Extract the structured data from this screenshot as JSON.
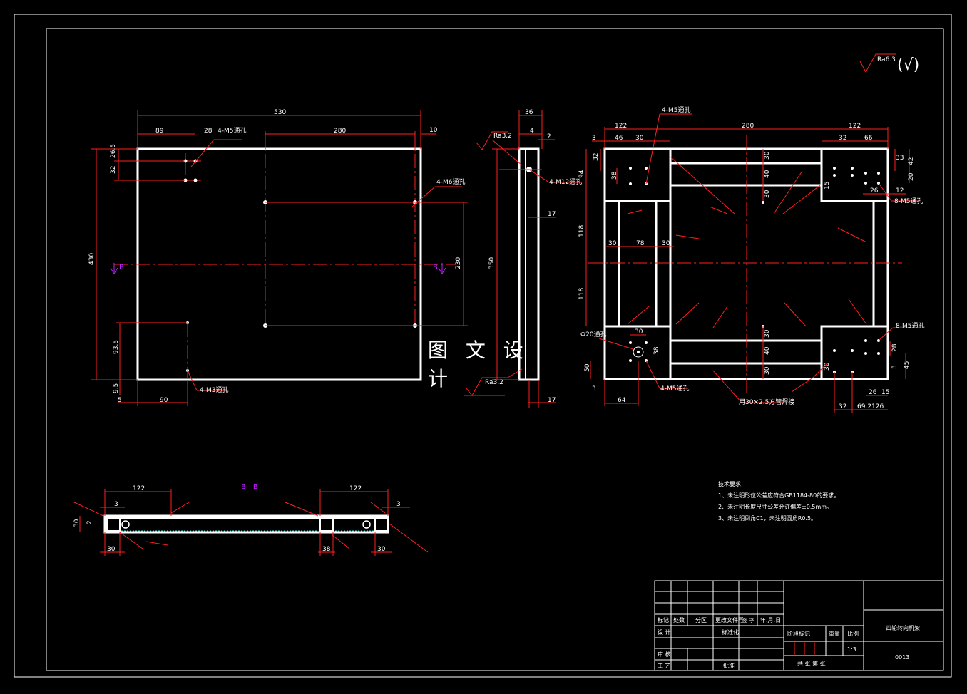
{
  "roughness": {
    "global": "Ra6.3",
    "global_note": "(√)",
    "side_top": "Ra3.2",
    "side_bottom": "Ra3.2"
  },
  "watermark": "图 文 设 计",
  "view1": {
    "dims": {
      "total_w": "530",
      "hole_span": "280",
      "right_off": "10",
      "d89": "89",
      "d28": "28",
      "total_h": "430",
      "h230": "230",
      "d26_5": "26.5",
      "d32": "32",
      "d93_5": "93.5",
      "d9_5": "9.5",
      "d5": "5",
      "d90": "90"
    },
    "callouts": {
      "m5": "4-M5通孔",
      "m6": "4-M6通孔",
      "m3": "4-M3通孔"
    },
    "section_mark": "B"
  },
  "view2": {
    "dims": {
      "w36": "36",
      "w4": "4",
      "w2": "2",
      "h350": "350",
      "d17a": "17",
      "d17b": "17"
    },
    "callouts": {
      "m12": "4-M12通孔"
    }
  },
  "view3": {
    "dims": {
      "d3a": "3",
      "d46": "46",
      "d30a": "30",
      "d122a": "122",
      "d280": "280",
      "d122b": "122",
      "d32a": "32",
      "d66": "66",
      "d94": "94",
      "d32b": "32",
      "d38a": "38",
      "d30b": "30",
      "d40a": "40",
      "d30c": "30",
      "d15a": "15",
      "d33": "33",
      "d42": "42",
      "d20": "20",
      "d26a": "26",
      "d12": "12",
      "d118a": "118",
      "d118b": "118",
      "d30d": "30",
      "d78": "78",
      "d30e": "30",
      "phi20": "Φ20通孔",
      "d30f": "30",
      "d38b": "38",
      "d30g": "30",
      "d40b": "40",
      "d30h": "30",
      "d50": "50",
      "d3b": "3",
      "d64": "64",
      "d28": "28",
      "d3c": "3",
      "d45": "45",
      "d30i": "30",
      "d26b": "26",
      "d15b": "15",
      "d32c": "32",
      "d69": "69.2126"
    },
    "callouts": {
      "m5a": "4-M5通孔",
      "m5b": "8-M5通孔",
      "m5c": "8-M5通孔",
      "m5d": "4-M5通孔",
      "tube": "用30×2.5方管焊接"
    }
  },
  "section": {
    "title": "B—B",
    "dims": {
      "d122a": "122",
      "d122b": "122",
      "d3a": "3",
      "d3b": "3",
      "d30": "30",
      "d2": "2",
      "d30b": "30",
      "d38": "38",
      "d30c": "30"
    }
  },
  "tech": {
    "title": "技术要求",
    "lines": [
      "1、未注明形位公差应符合GB1184-80的要求。",
      "2、未注明长度尺寸公差允许偏差±0.5mm。",
      "3、未注明倒角C1，未注明圆角R0.5。"
    ]
  },
  "title_block": {
    "h_mark": "标记",
    "h_count": "处数",
    "h_zone": "分区",
    "h_doc": "更改文件号",
    "h_sign": "签 字",
    "h_date": "年.月.日",
    "design": "设 计",
    "standard": "标准化",
    "stage": "阶段标记",
    "weight": "重量",
    "ratio": "比例",
    "scale": "1:3",
    "review": "审 核",
    "process": "工 艺",
    "approve": "批准",
    "sheets": "共  张  第  张",
    "name": "四轮转向机架",
    "code": "0013"
  }
}
